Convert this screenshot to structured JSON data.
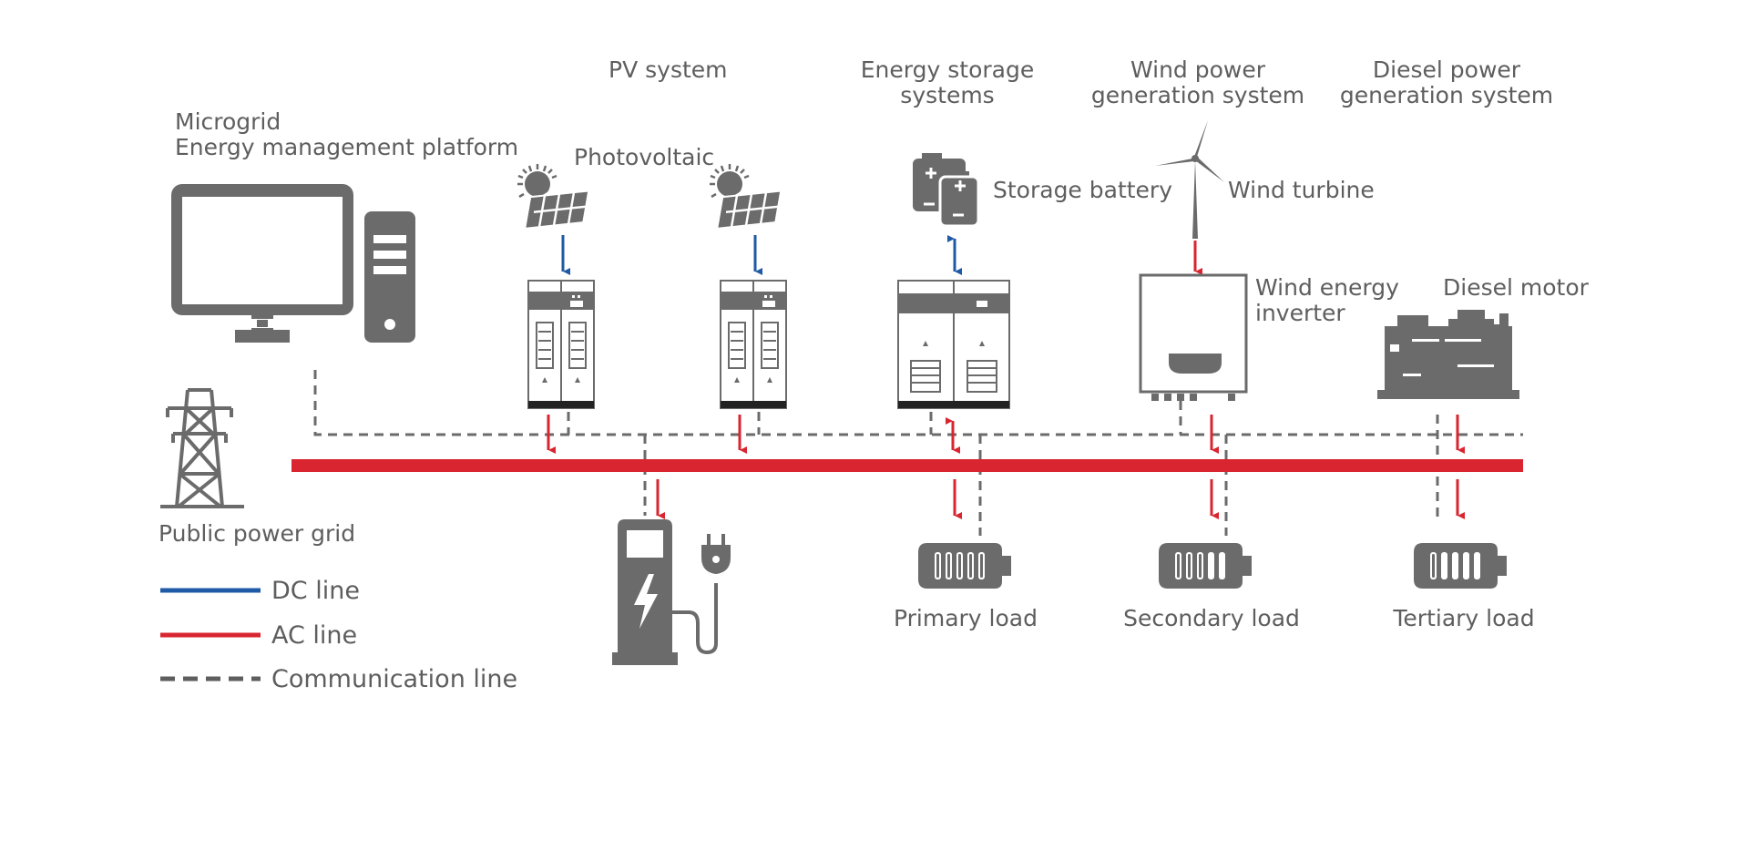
{
  "labels": {
    "ems_line1": "Microgrid",
    "ems_line2": "Energy management platform",
    "pv_system": "PV system",
    "photovoltaic": "Photovoltaic",
    "ess_line1": "Energy storage",
    "ess_line2": "systems",
    "storage_battery": "Storage battery",
    "wind_line1": "Wind power",
    "wind_line2": "generation system",
    "wind_turbine": "Wind turbine",
    "wind_inv_line1": "Wind energy",
    "wind_inv_line2": "inverter",
    "diesel_line1": "Diesel power",
    "diesel_line2": "generation system",
    "diesel_motor": "Diesel motor",
    "public_grid": "Public power grid",
    "primary_load": "Primary load",
    "secondary_load": "Secondary load",
    "tertiary_load": "Tertiary load"
  },
  "legend": {
    "dc": "DC line",
    "ac": "AC line",
    "comm": "Communication line"
  },
  "colors": {
    "dc": "#1f5aa6",
    "ac": "#d9252f",
    "comm": "#6b6b6b",
    "icon": "#6b6b6b"
  },
  "icons": [
    "computer-monitor-icon",
    "pc-tower-icon",
    "solar-panel-icon",
    "battery-icon",
    "wind-turbine-icon",
    "inverter-icon",
    "diesel-generator-icon",
    "power-tower-icon",
    "ev-charger-icon",
    "plug-icon",
    "load-icon"
  ]
}
